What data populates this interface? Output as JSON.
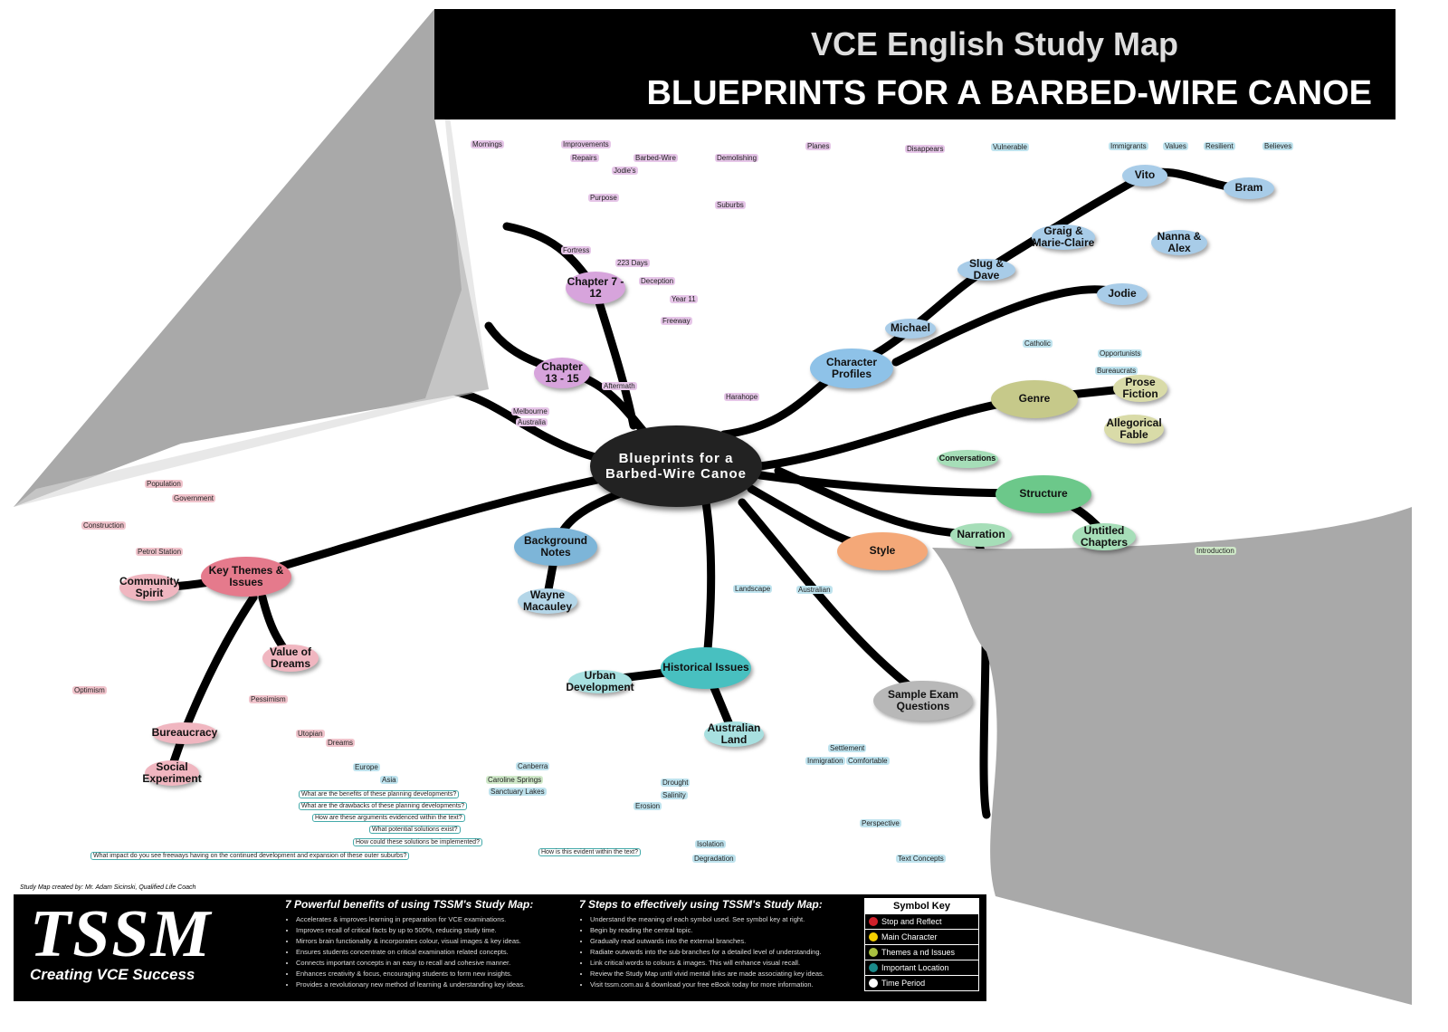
{
  "header": {
    "subtitle": "VCE English Study Map",
    "title": "BLUEPRINTS FOR A BARBED-WIRE CANOE"
  },
  "center": {
    "line1": "Blueprints for a",
    "line2": "Barbed-Wire Canoe"
  },
  "nodes": {
    "chapter712": "Chapter 7 - 12",
    "chapter1315": "Chapter 13 - 15",
    "character_profiles": "Character Profiles",
    "genre": "Genre",
    "prose_fiction": "Prose Fiction",
    "allegorical_fable": "Allegorical Fable",
    "structure": "Structure",
    "untitled_chapters": "Untitled Chapters",
    "narration": "Narration",
    "style": "Style",
    "background_notes": "Background Notes",
    "wayne_macauley": "Wayne Macauley",
    "key_themes": "Key Themes & Issues",
    "community_spirit": "Community Spirit",
    "value_of_dreams": "Value of Dreams",
    "bureaucracy": "Bureaucracy",
    "social_experiment": "Social Experiment",
    "historical_issues": "Historical Issues",
    "urban_development": "Urban Development",
    "australian_land": "Australian Land",
    "sample_exam": "Sample Exam Questions",
    "vito": "Vito",
    "bram": "Bram",
    "nanna_alex": "Nanna & Alex",
    "jodie": "Jodie",
    "graig_marie": "Graig & Marie-Claire",
    "slug_dave": "Slug & Dave",
    "michael": "Michael",
    "conversations": "Conversations"
  },
  "leaves": [
    "Mornings",
    "Improvements",
    "Repairs",
    "Barbed-Wire",
    "Jodie's",
    "Demolishing",
    "Planes",
    "Disappears",
    "Vulnerable",
    "Immigrants",
    "Values",
    "Resilient",
    "Believes",
    "Suburbs",
    "Purpose",
    "Fortress",
    "223 Days",
    "Deception",
    "Year 11",
    "Freeway",
    "Aftermath",
    "Harahope",
    "Melbourne",
    "Australia",
    "Population",
    "Government",
    "Construction",
    "Petrol Station",
    "Optimism",
    "Pessimism",
    "Utopian",
    "Dreams",
    "Caroline Springs",
    "Sanctuary Lakes",
    "Canberra",
    "Europe",
    "Asia",
    "Isolation",
    "Degradation",
    "Drought",
    "Salinity",
    "Erosion",
    "Inmigration",
    "Settlement",
    "Comfortable",
    "Perspective",
    "Text Concepts",
    "Introduction",
    "Landscape",
    "Australian",
    "Opportunists",
    "Bureaucrats",
    "Catholic"
  ],
  "questions": [
    "What are the benefits of these planning developments?",
    "What are the drawbacks of these planning developments?",
    "How are these arguments evidenced within the text?",
    "What potential solutions exist?",
    "How could these solutions be implemented?",
    "How is this evident within the text?",
    "What impact do you see freeways having on the continued development and expansion of these outer suburbs?"
  ],
  "footer": {
    "credit": "Study Map created by: Mr. Adam Sicinski, Qualified Life Coach",
    "logo": "TSSM",
    "tagline": "Creating VCE Success",
    "benefits_title": "7 Powerful benefits of using TSSM's Study Map:",
    "benefits": [
      "Accelerates & improves learning in preparation for VCE examinations.",
      "Improves recall of critical facts by up to 500%, reducing study time.",
      "Mirrors brain functionality & incorporates colour, visual images & key ideas.",
      "Ensures students concentrate on critical examination related concepts.",
      "Connects important concepts in an easy to recall and cohesive manner.",
      "Enhances creativity & focus, encouraging students to form new insights.",
      "Provides a revolutionary new method of learning & understanding key ideas."
    ],
    "steps_title": "7 Steps to effectively using TSSM's Study Map:",
    "steps": [
      "Understand the meaning of each symbol used.  See symbol key at right.",
      "Begin by reading the central topic.",
      "Gradually read outwards into the external branches.",
      "Radiate outwards into the sub-branches for a detailed level of understanding.",
      "Link critical words to colours & images.  This will enhance visual recall.",
      "Review the Study Map until vivid mental links are made associating key ideas.",
      "Visit tssm.com.au & download your free eBook today for more information."
    ],
    "key_title": "Symbol Key",
    "key": [
      {
        "label": "Stop and Reflect",
        "color": "#d0202a"
      },
      {
        "label": "Main Character",
        "color": "#f5d000"
      },
      {
        "label": "Themes a   nd Issues",
        "color": "#a8c040"
      },
      {
        "label": "Important Location",
        "color": "#1a8a8a"
      },
      {
        "label": "Time Period",
        "color": "#ffffff"
      }
    ]
  }
}
